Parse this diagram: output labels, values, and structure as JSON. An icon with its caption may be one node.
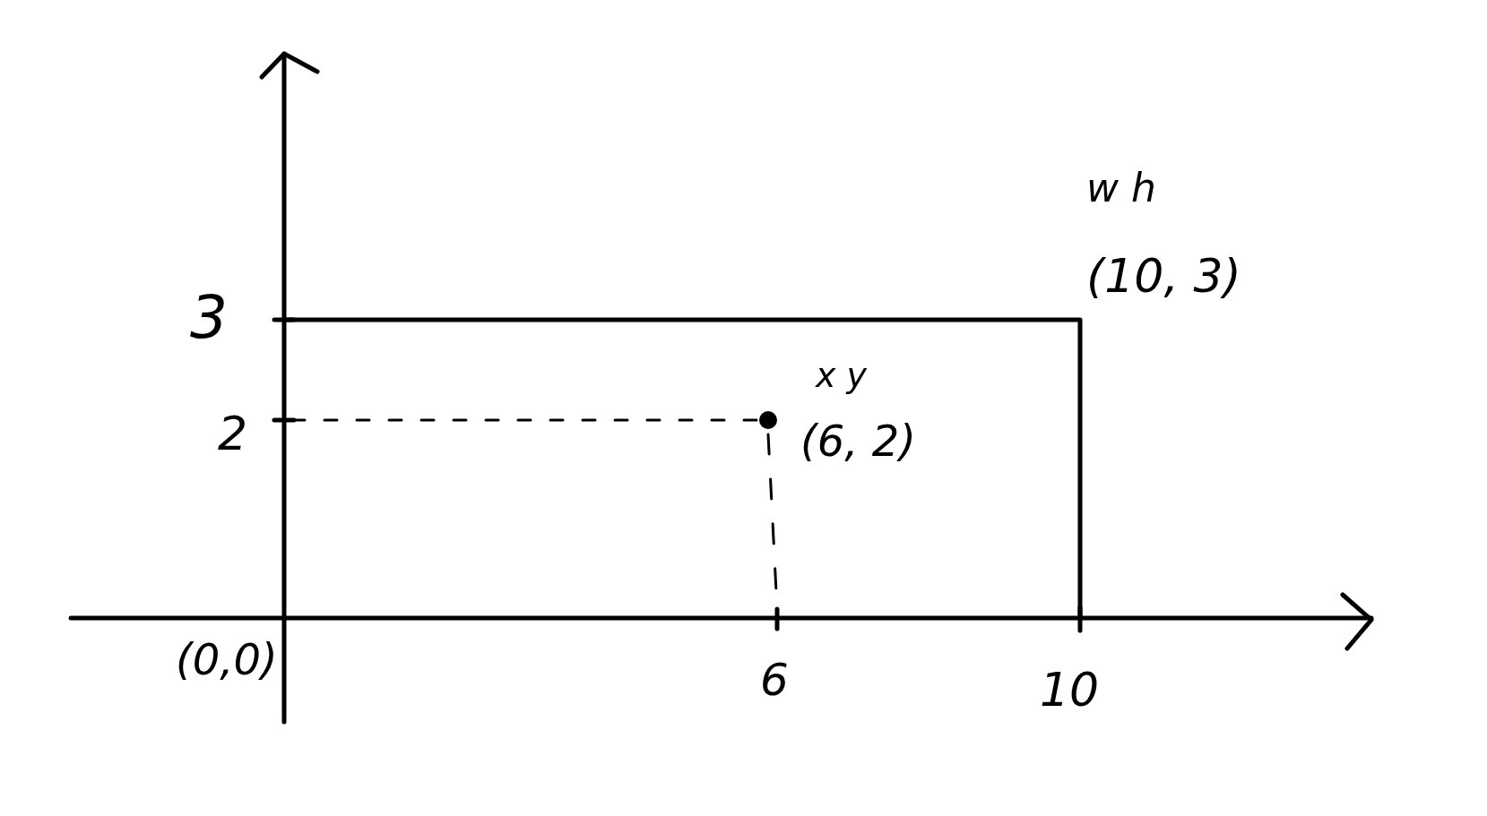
{
  "diagram": {
    "labels": [
      "w h",
      "(10, 3)",
      "x y",
      "(6, 2)",
      "3",
      "2",
      "(0,0)",
      "6",
      "10"
    ]
  }
}
